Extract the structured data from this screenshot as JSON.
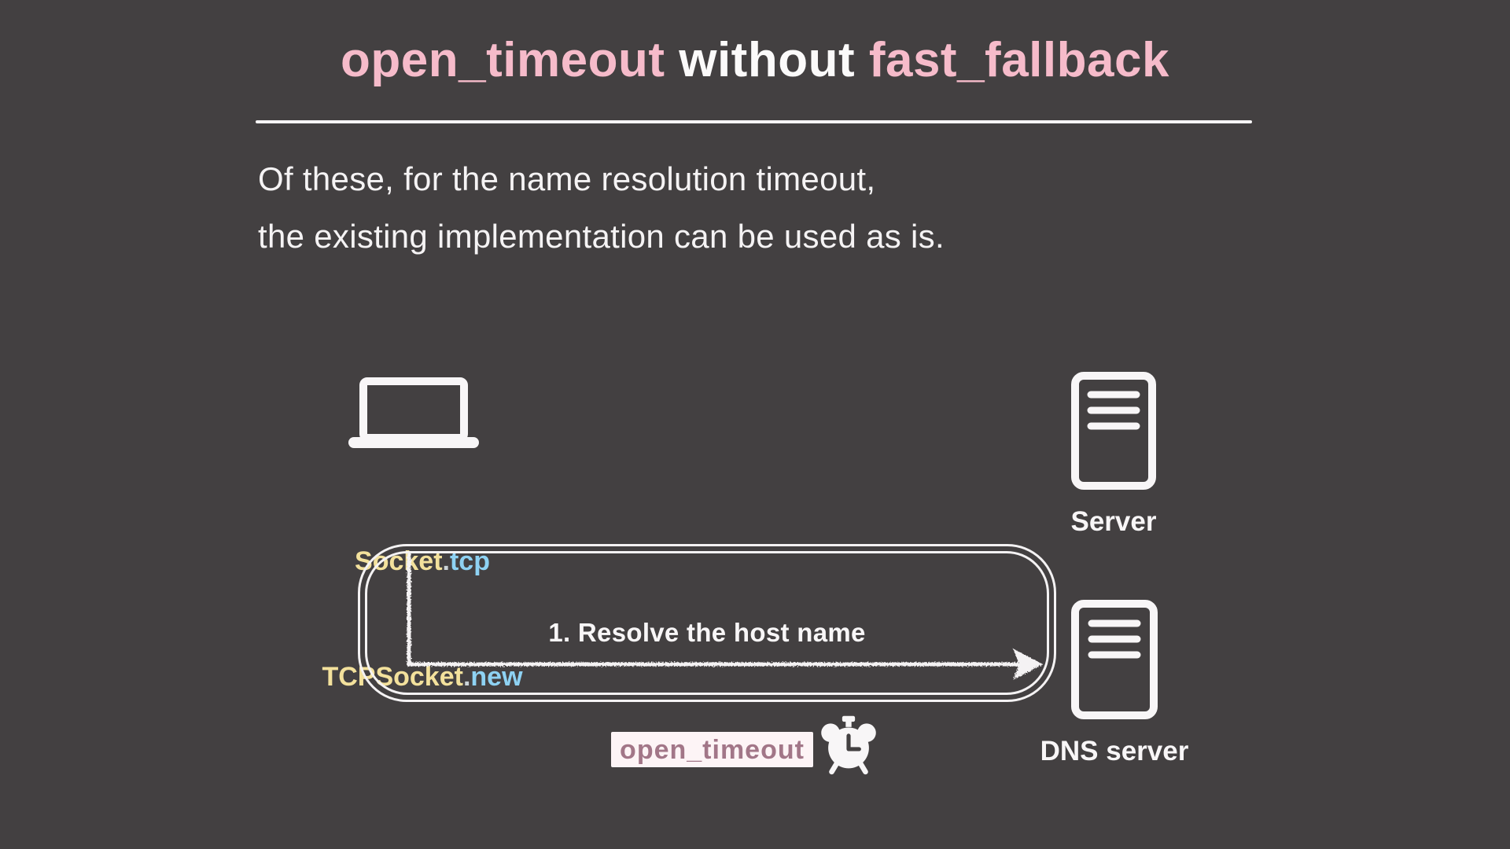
{
  "title": {
    "segments": [
      {
        "text": "open_timeout",
        "color": "#f6bbca"
      },
      {
        "text": " without ",
        "color": "#fbfafa"
      },
      {
        "text": "fast_fallback",
        "color": "#f6bbca"
      }
    ]
  },
  "intro": {
    "line1": "Of these, for the name resolution timeout,",
    "line2": "the existing implementation can be used as is."
  },
  "client": {
    "icon": "laptop-icon",
    "code_line1": [
      {
        "text": "Socket",
        "color": "#f3e19c"
      },
      {
        "text": ".",
        "color": "#ccd4d8"
      },
      {
        "text": "tcp",
        "color": "#8ed2f3"
      }
    ],
    "code_line2": [
      {
        "text": "TCPSocket",
        "color": "#f3e19c"
      },
      {
        "text": ".",
        "color": "#ccd4d8"
      },
      {
        "text": "new",
        "color": "#8ed2f3"
      }
    ]
  },
  "server": {
    "label": "Server"
  },
  "dns_server": {
    "label": "DNS server"
  },
  "sequence": {
    "step_label": "1. Resolve the host name",
    "badge": {
      "text": "open_timeout",
      "text_color": "#a27688",
      "bg_color": "#fdf4f6"
    },
    "clock_icon": "alarm-clock-icon"
  },
  "colors": {
    "background": "#434041",
    "line": "#f4f2f3"
  }
}
